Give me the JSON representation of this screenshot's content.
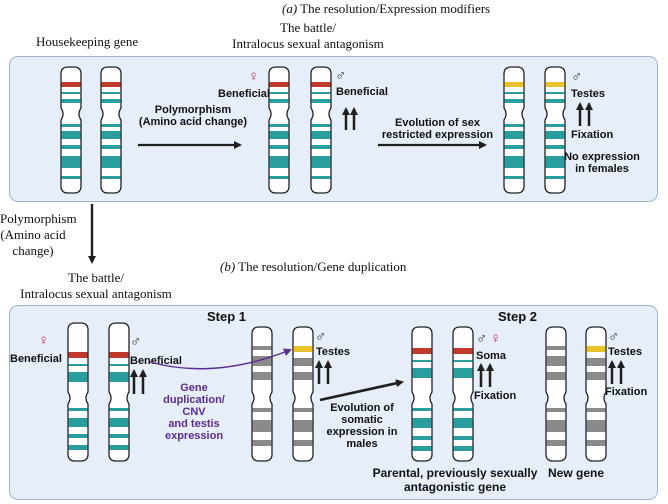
{
  "colors": {
    "panel_bg": "#e6eef9",
    "panel_border": "#9fb5cf",
    "band_teal": "#2a9d9f",
    "band_red": "#c0392b",
    "band_yellow": "#e8c22a",
    "band_gray": "#8a8a8a",
    "female_symbol": "#c9305b",
    "purple_text": "#5b2c93",
    "arrow": "#1f1f1f"
  },
  "top": {
    "title_a_letter": "(a)",
    "title_a_text": " The resolution/Expression modifiers",
    "housekeeping": "Housekeeping gene",
    "battle_line1": "The battle/",
    "battle_line2": "Intralocus sexual antagonism",
    "beneficial_female": "Beneficial",
    "beneficial_male": "Beneficial",
    "polymorphism_1": "Polymorphism",
    "polymorphism_2": "(Amino acid change)",
    "evolution_1": "Evolution of sex",
    "evolution_2": "restricted expression",
    "testes": "Testes",
    "fixation": "Fixation",
    "no_expression_1": "No expression",
    "no_expression_2": "in females"
  },
  "middle": {
    "poly_1": "Polymorphism",
    "poly_2": "(Amino acid",
    "poly_3": "change)",
    "battle_line1": "The battle/",
    "battle_line2": "Intralocus sexual antagonism",
    "title_b_letter": "(b)",
    "title_b_text": " The resolution/Gene duplication"
  },
  "bottom": {
    "step1": "Step 1",
    "step2": "Step 2",
    "beneficial_female": "Beneficial",
    "beneficial_male": "Beneficial",
    "gene_dup_1": "Gene",
    "gene_dup_2": "duplication/",
    "gene_dup_3": "CNV",
    "gene_dup_4": "and testis",
    "gene_dup_5": "expression",
    "testes_1": "Testes",
    "evo_somatic_1": "Evolution of",
    "evo_somatic_2": "somatic",
    "evo_somatic_3": "expression in",
    "evo_somatic_4": "males",
    "soma": "Soma",
    "fixation_1": "Fixation",
    "testes_2": "Testes",
    "fixation_2": "Fixation",
    "parental_1": "Parental, previously sexually",
    "parental_2": "antagonistic gene",
    "new_gene": "New gene"
  },
  "symbols": {
    "male": "♂",
    "female": "♀"
  }
}
